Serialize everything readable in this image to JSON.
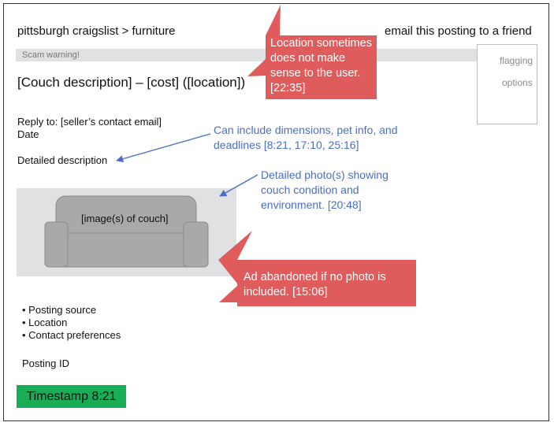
{
  "header": {
    "breadcrumb": "pittsburgh craigslist > furniture",
    "email_link": "email this posting to a friend"
  },
  "scam_warning": "Scam warning!",
  "flagging": {
    "line1": "flagging",
    "line2": "options"
  },
  "posting": {
    "title": "[Couch description] – [cost] ([location])",
    "reply_to": "Reply to: [seller’s contact email]",
    "date": "Date",
    "description": "Detailed description",
    "image_placeholder": "[image(s) of couch]",
    "meta_list": [
      "• Posting source",
      "• Location",
      "• Contact preferences"
    ],
    "posting_id": "Posting ID"
  },
  "timestamp": "Timestamp 8:21",
  "annotations": {
    "dimensions_note": "Can include dimensions, pet info, and deadlines [8:21, 17:10, 25:16]",
    "photo_note": "Detailed photo(s) showing couch condition and environment. [20:48]",
    "location_callout": "Location sometimes does not make sense to the user. [22:35]",
    "photo_callout": "Ad abandoned if no photo is included. [15:06]"
  },
  "colors": {
    "callout_red": "#e05c5c",
    "note_blue": "#4a6fc0",
    "timestamp_green": "#1aad57",
    "panel_gray": "#e0e1e3",
    "couch_gray": "#a9a9a9"
  }
}
